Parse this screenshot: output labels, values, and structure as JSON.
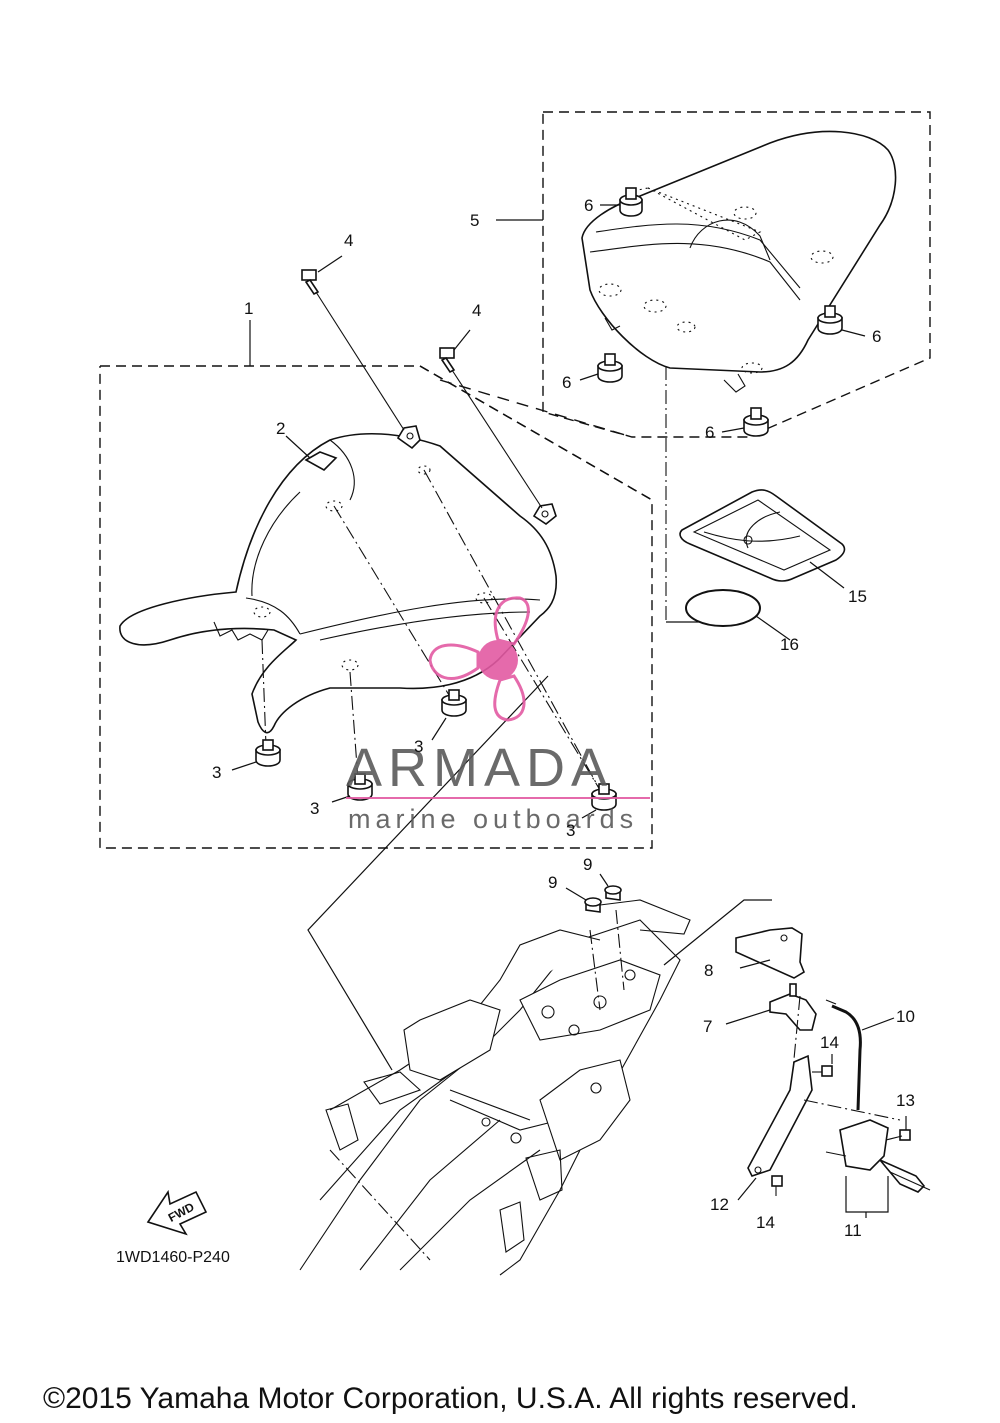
{
  "diagram": {
    "drawing_code": "1WD1460-P240",
    "fwd_label": "FWD",
    "copyright": "©2015 Yamaha Motor Corporation, U.S.A. All rights reserved.",
    "watermark": {
      "brand": "ARMADA",
      "tagline": "marine outboards",
      "accent_color": "#e35aa3",
      "text_color": "#5a5a5a"
    },
    "callouts": [
      "1",
      "2",
      "3",
      "3",
      "3",
      "3",
      "4",
      "4",
      "5",
      "6",
      "6",
      "6",
      "6",
      "7",
      "8",
      "9",
      "9",
      "10",
      "11",
      "12",
      "13",
      "14",
      "14",
      "15",
      "16"
    ]
  }
}
